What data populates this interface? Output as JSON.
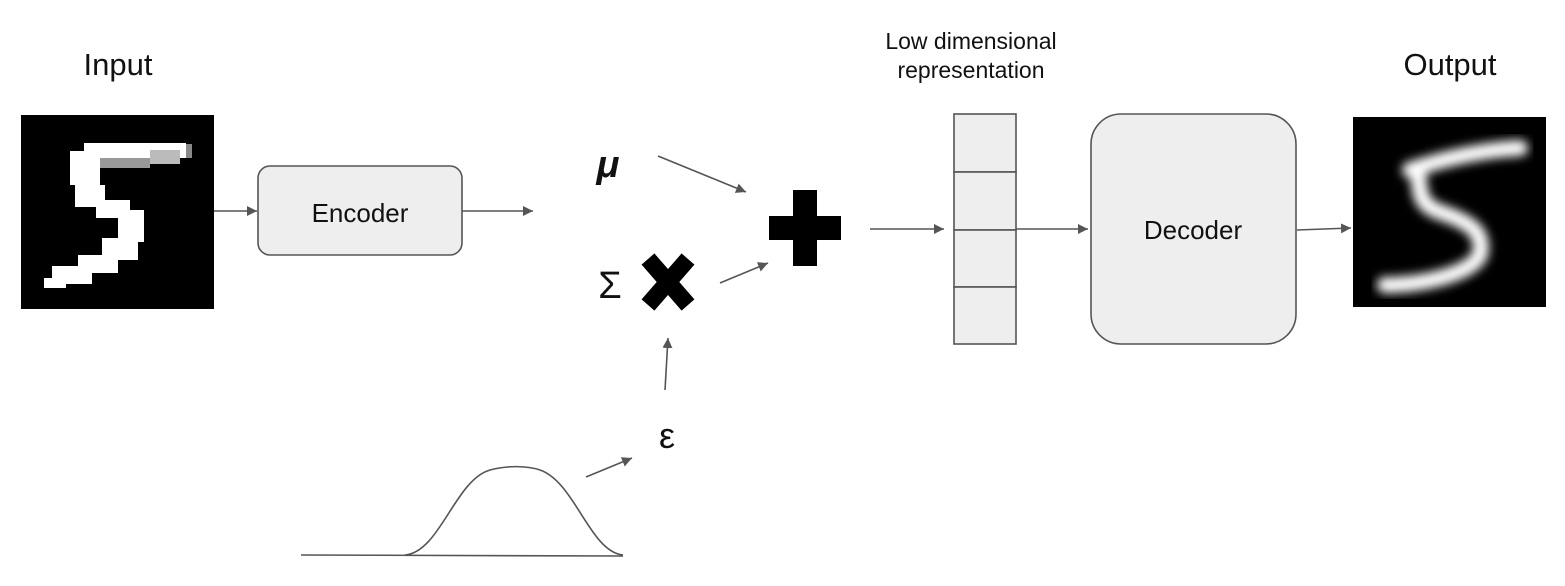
{
  "labels": {
    "input": "Input",
    "output": "Output",
    "encoder": "Encoder",
    "decoder": "Decoder",
    "latent_line1": "Low dimensional",
    "latent_line2": "representation",
    "mu": "μ",
    "sigma": "Σ",
    "epsilon": "ε"
  },
  "latent_vector": {
    "cells": 4
  },
  "images": {
    "input": "handwritten digit 5 (input image)",
    "output": "reconstructed digit 5 (output image)"
  },
  "colors": {
    "box_fill": "#eeeeee",
    "box_stroke": "#555555",
    "arrow": "#555555",
    "image_background": "#000000",
    "digit_stroke": "#ffffff"
  }
}
